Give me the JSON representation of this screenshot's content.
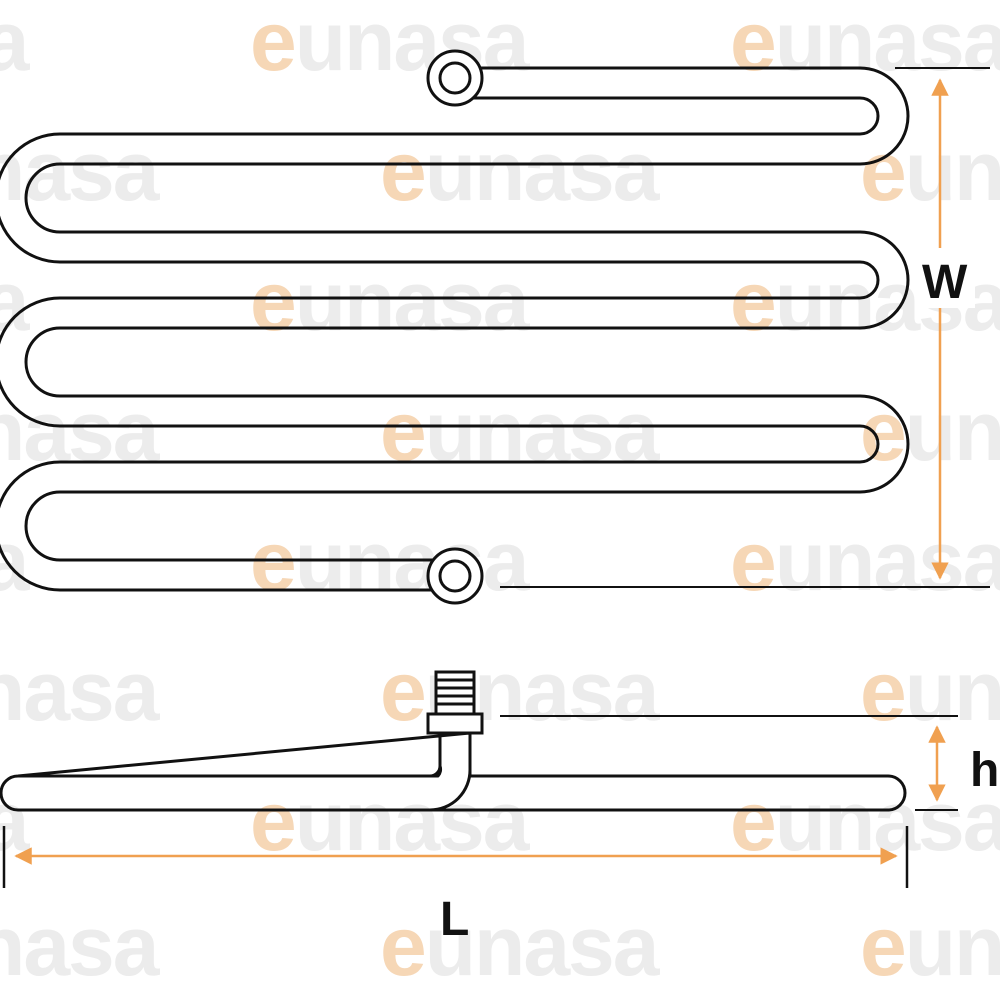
{
  "watermark": {
    "brand_accent": "e",
    "brand_rest": "unasa",
    "accent_color": "#f6d7b6",
    "rest_color": "#ececec"
  },
  "dimensions": {
    "width_label": "W",
    "length_label": "L",
    "height_label": "h",
    "arrow_color": "#f0a050"
  },
  "colors": {
    "line": "#111111",
    "background": "#ffffff"
  }
}
